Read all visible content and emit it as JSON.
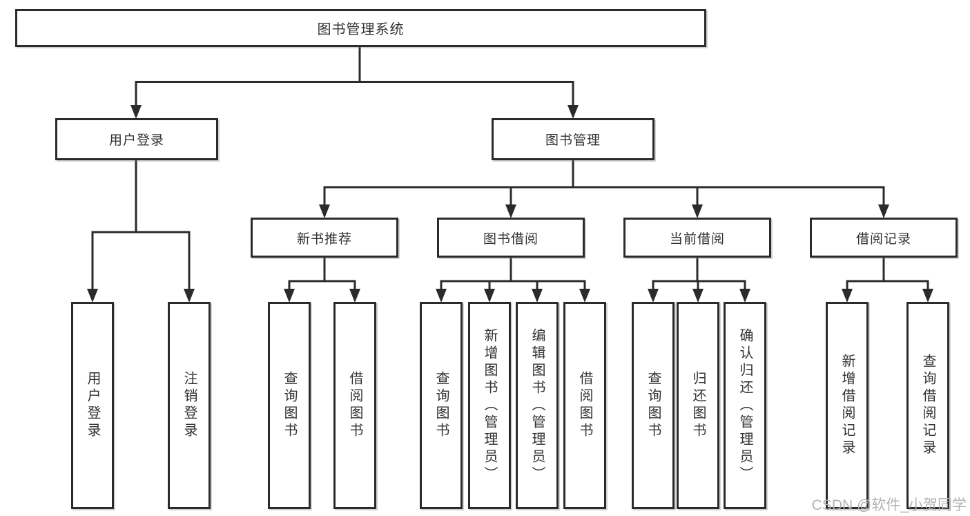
{
  "diagram": {
    "title": "图书管理系统",
    "branches": {
      "user_login": {
        "label": "用户登录",
        "children": [
          "用户登录",
          "注销登录"
        ]
      },
      "book_management": {
        "label": "图书管理",
        "children": [
          {
            "label": "新书推荐",
            "children": [
              "查询图书",
              "借阅图书"
            ]
          },
          {
            "label": "图书借阅",
            "children": [
              "查询图书",
              "新增图书（管理员）",
              "编辑图书（管理员）",
              "借阅图书"
            ]
          },
          {
            "label": "当前借阅",
            "children": [
              "查询图书",
              "归还图书",
              "确认归还（管理员）"
            ]
          },
          {
            "label": "借阅记录",
            "children": [
              "新增借阅记录",
              "查询借阅记录"
            ]
          }
        ]
      }
    },
    "watermark": "CSDN @软件_小贺同学",
    "colors": {
      "line": "#2b2b2b",
      "text": "#333333",
      "watermark": "#b3b3b3"
    }
  }
}
